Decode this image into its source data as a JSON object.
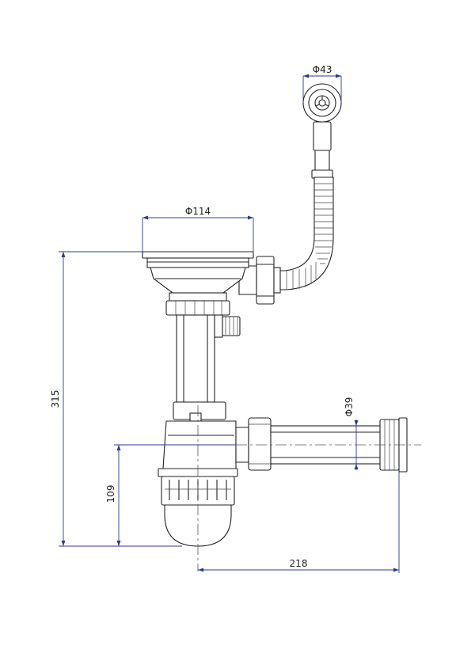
{
  "dimensions": {
    "strainer_diameter": "Φ114",
    "overflow_diameter": "Φ43",
    "outlet_diameter": "Φ39",
    "total_height": "315",
    "trap_height": "109",
    "outlet_length": "218"
  },
  "colors": {
    "dimension_line": "#2b3a8f",
    "part_outline": "#222222"
  }
}
